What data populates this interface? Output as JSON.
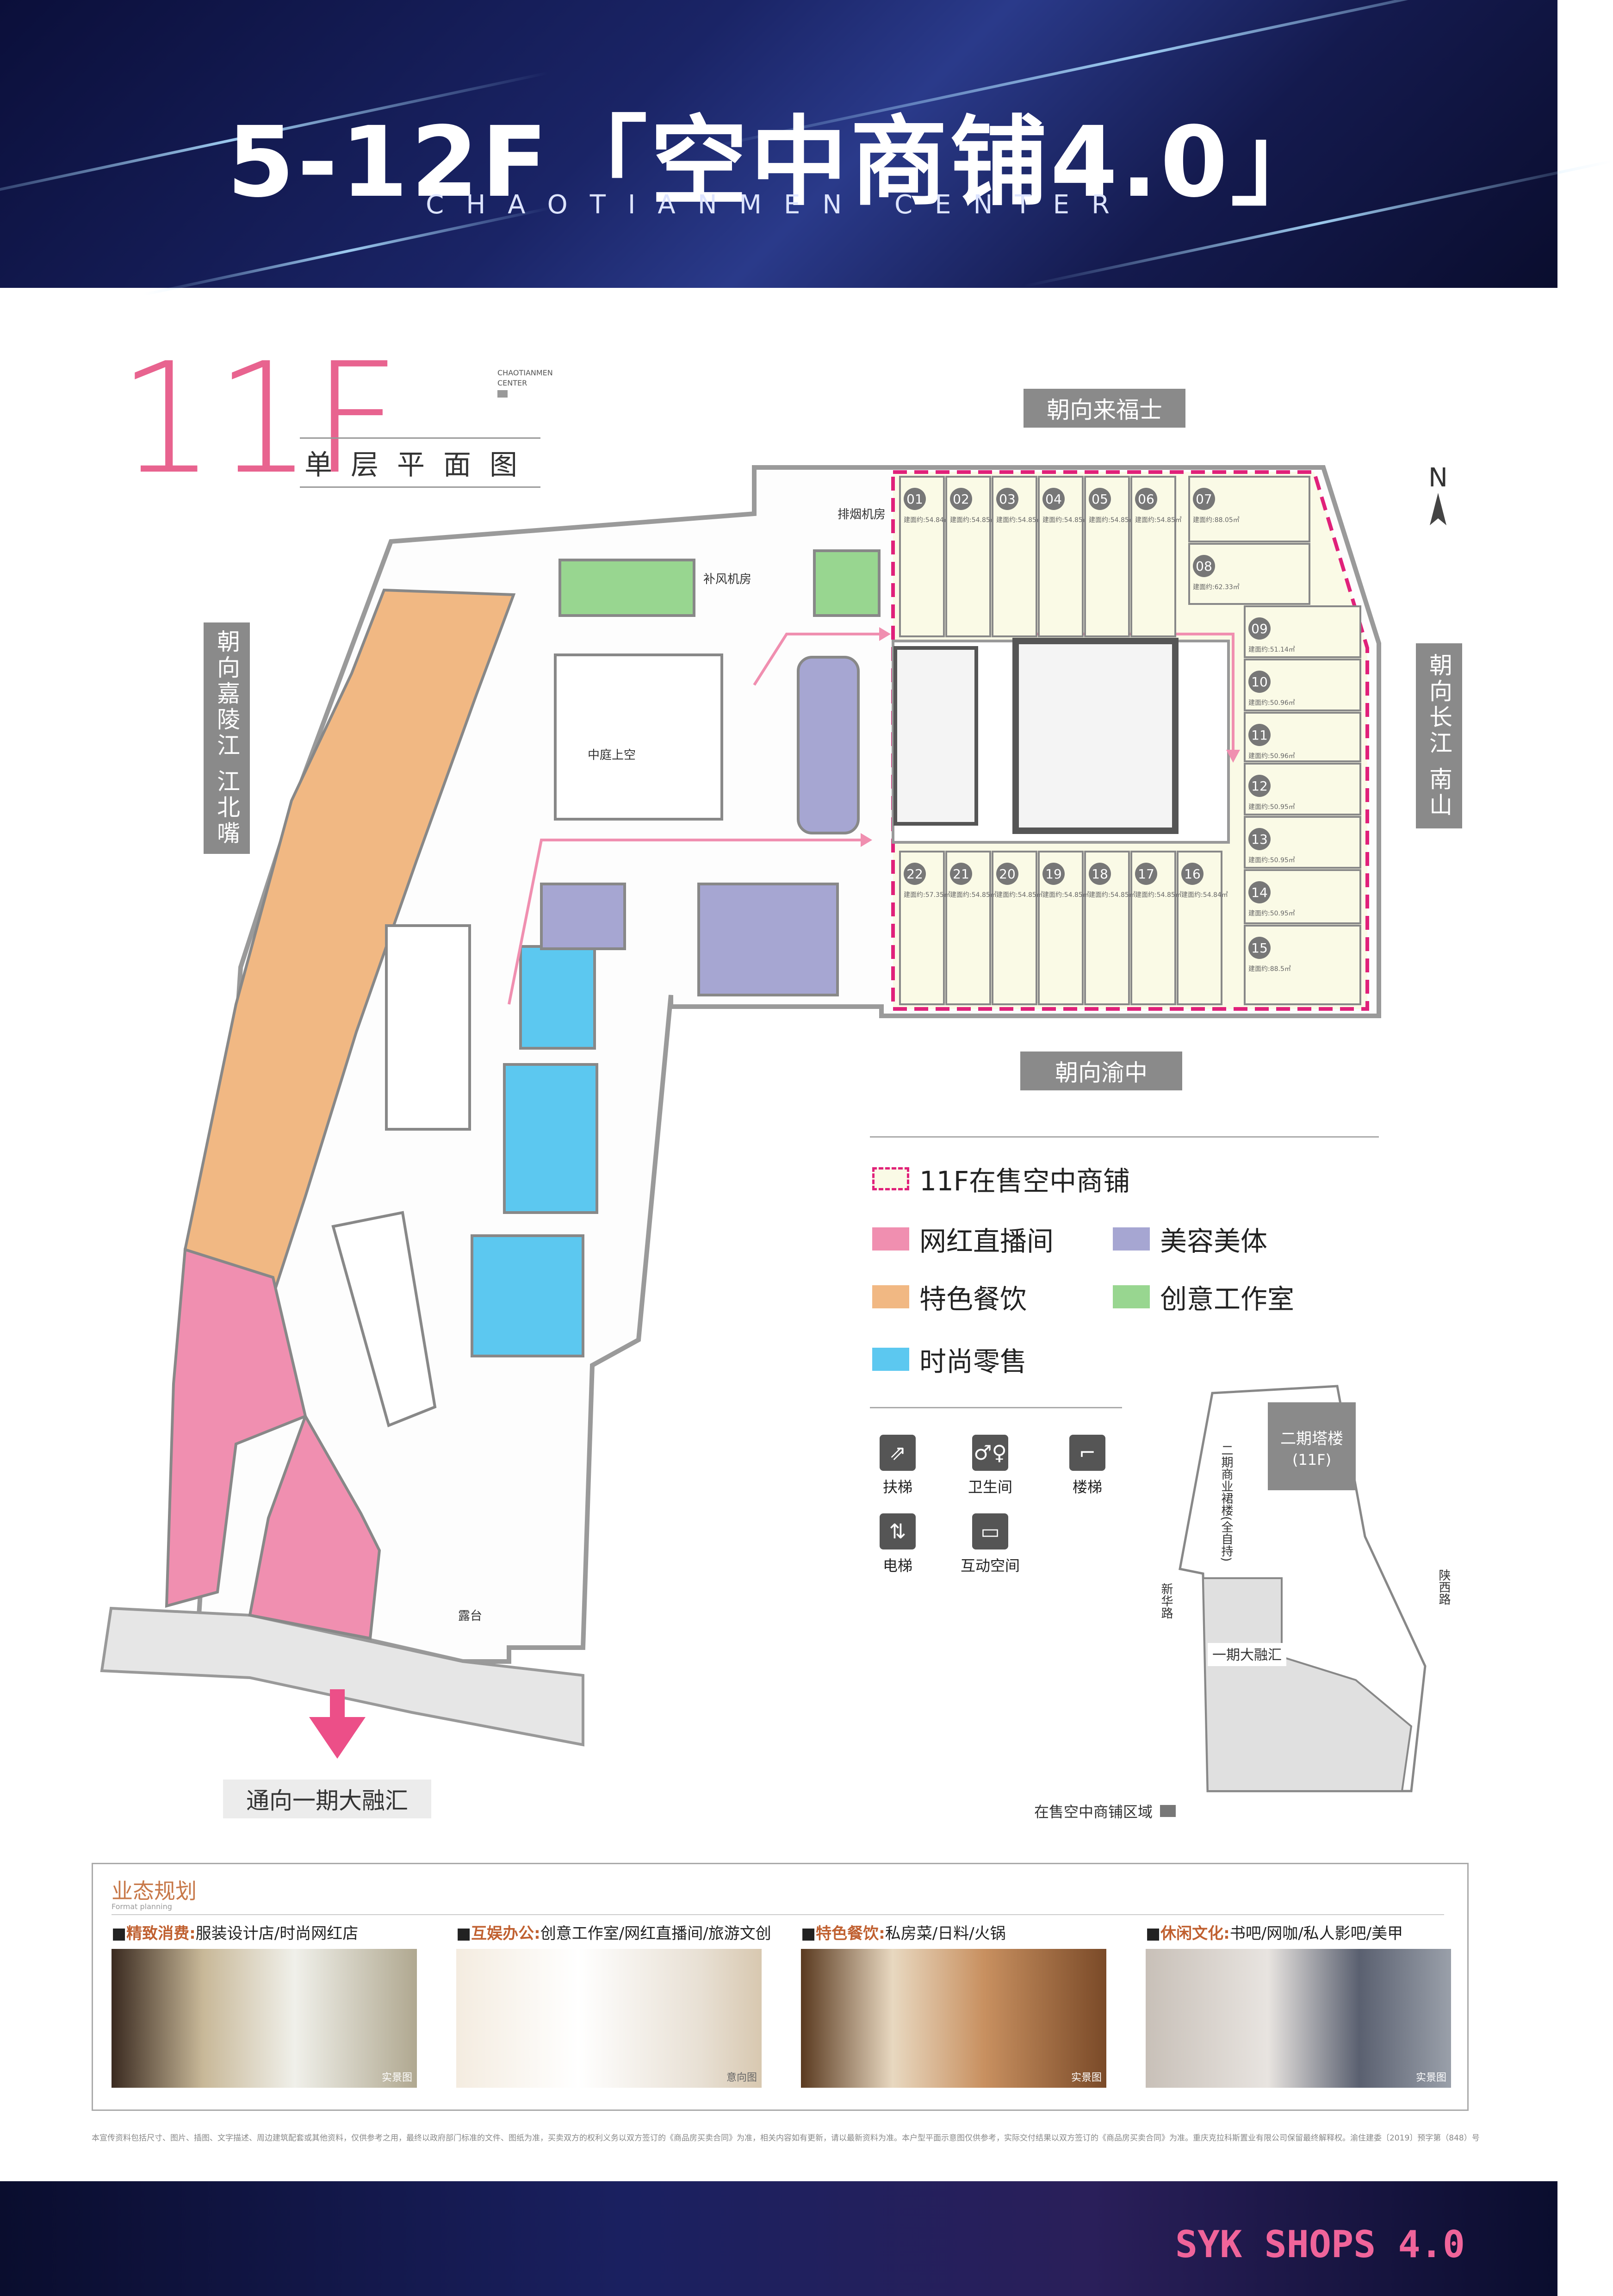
{
  "header": {
    "title": "5-12F「空中商铺4.0」",
    "subtitle": "CHAOTIANMEN CENTER"
  },
  "floor": {
    "label": "11F",
    "plan_title": "单层平面图",
    "brand_small": "CHAOTIANMEN CENTER"
  },
  "orientation": {
    "north_label": "N",
    "top": "朝向来福士",
    "bottom": "朝向渝中",
    "left": "朝向嘉陵江 江北嘴",
    "right": "朝向长江 南山",
    "exit": "通向一期大融汇"
  },
  "plan_labels": {
    "smoke_room": "排烟机房",
    "air_room": "补风机房",
    "atrium": "中庭上空",
    "terrace": "露台"
  },
  "units": [
    {
      "no": "01",
      "area": "建面约:54.84㎡"
    },
    {
      "no": "02",
      "area": "建面约:54.85㎡"
    },
    {
      "no": "03",
      "area": "建面约:54.85㎡"
    },
    {
      "no": "04",
      "area": "建面约:54.85㎡"
    },
    {
      "no": "05",
      "area": "建面约:54.85㎡"
    },
    {
      "no": "06",
      "area": "建面约:54.85㎡"
    },
    {
      "no": "07",
      "area": "建面约:88.05㎡"
    },
    {
      "no": "08",
      "area": "建面约:62.33㎡"
    },
    {
      "no": "09",
      "area": "建面约:51.14㎡"
    },
    {
      "no": "10",
      "area": "建面约:50.96㎡"
    },
    {
      "no": "11",
      "area": "建面约:50.96㎡"
    },
    {
      "no": "12",
      "area": "建面约:50.95㎡"
    },
    {
      "no": "13",
      "area": "建面约:50.95㎡"
    },
    {
      "no": "14",
      "area": "建面约:50.95㎡"
    },
    {
      "no": "15",
      "area": "建面约:88.5㎡"
    },
    {
      "no": "16",
      "area": "建面约:54.84㎡"
    },
    {
      "no": "17",
      "area": "建面约:54.85㎡"
    },
    {
      "no": "18",
      "area": "建面约:54.85㎡"
    },
    {
      "no": "19",
      "area": "建面约:54.85㎡"
    },
    {
      "no": "20",
      "area": "建面约:54.85㎡"
    },
    {
      "no": "21",
      "area": "建面约:54.85㎡"
    },
    {
      "no": "22",
      "area": "建面约:57.35㎡"
    }
  ],
  "legend": {
    "sale": "11F在售空中商铺",
    "live": "网红直播间",
    "beauty": "美容美体",
    "food": "特色餐饮",
    "studio": "创意工作室",
    "retail": "时尚零售",
    "colors": {
      "sale_fill": "#fafae6",
      "sale_border": "#e0217a",
      "live": "#f08fb0",
      "beauty": "#a6a6d2",
      "food": "#f1b883",
      "studio": "#98d690",
      "retail": "#5cc8f0"
    }
  },
  "icons": {
    "escalator": "扶梯",
    "toilet": "卫生间",
    "stairs": "楼梯",
    "elevator": "电梯",
    "interactive": "互动空间"
  },
  "site_map": {
    "tower2": "二期塔楼",
    "tower2_floor": "(11F)",
    "podium": "二期商业裙楼(全自持)",
    "xinhua_road": "新华路",
    "shaanxi_road": "陕西路",
    "phase1": "一期大融汇",
    "caption": "在售空中商铺区域"
  },
  "business": {
    "title": "业态规划",
    "subtitle": "Format planning",
    "cards": [
      {
        "head": "精致消费:",
        "detail": "服装设计店/时尚网红店",
        "tag": "实景图"
      },
      {
        "head": "互娱办公:",
        "detail": "创意工作室/网红直播间/旅游文创",
        "tag": "意向图"
      },
      {
        "head": "特色餐饮:",
        "detail": "私房菜/日料/火锅",
        "tag": "实景图"
      },
      {
        "head": "休闲文化:",
        "detail": "书吧/网咖/私人影吧/美甲",
        "tag": "实景图"
      }
    ]
  },
  "disclaimer": "本宣传资料包括尺寸、图片、插图、文字描述、周边建筑配套或其他资料，仅供参考之用，最终以政府部门标准的文件、图纸为准，买卖双方的权利义务以双方签订的《商品房买卖合同》为准，相关内容如有更新，请以最新资料为准。本户型平面示意图仅供参考，实际交付结果以双方签订的《商品房买卖合同》为准。重庆克拉科斯置业有限公司保留最终解释权。渝住建委〔2019〕预字第（848）号",
  "footer": {
    "brand": "SYK SHOPS 4.0"
  }
}
